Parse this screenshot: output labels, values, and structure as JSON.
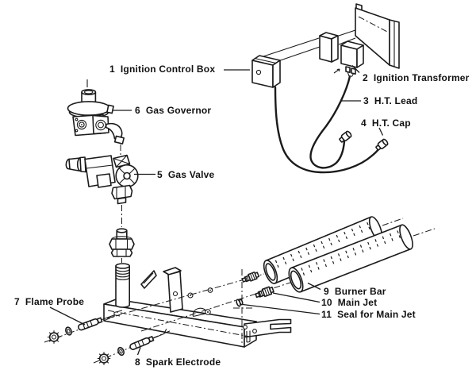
{
  "figure": {
    "type": "exploded-parts-diagram",
    "subject": "Gas burner ignition and gas train assembly",
    "background_color": "#ffffff",
    "line_color": "#1b1b1b",
    "label_color": "#111111"
  },
  "parts": [
    {
      "num": "1",
      "name": "Ignition Control Box"
    },
    {
      "num": "2",
      "name": "Ignition Transformer"
    },
    {
      "num": "3",
      "name": "H.T. Lead"
    },
    {
      "num": "4",
      "name": "H.T. Cap"
    },
    {
      "num": "5",
      "name": "Gas Valve"
    },
    {
      "num": "6",
      "name": "Gas Governor"
    },
    {
      "num": "7",
      "name": "Flame Probe"
    },
    {
      "num": "8",
      "name": "Spark Electrode"
    },
    {
      "num": "9",
      "name": "Burner Bar"
    },
    {
      "num": "10",
      "name": "Main Jet"
    },
    {
      "num": "11",
      "name": "Seal for Main Jet"
    }
  ]
}
